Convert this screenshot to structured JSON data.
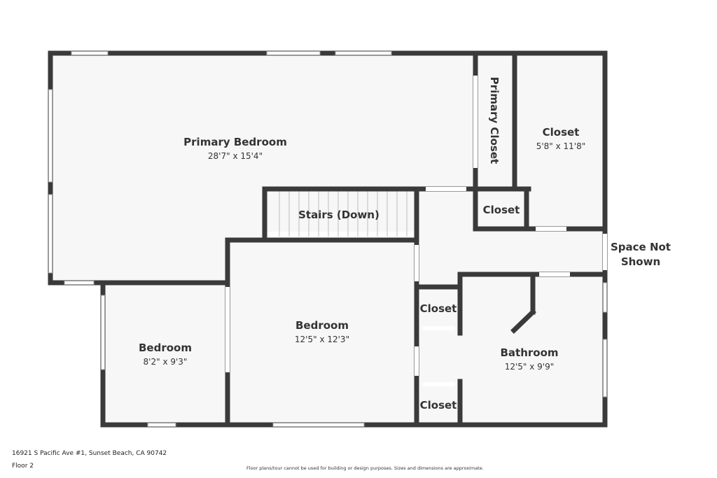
{
  "colors": {
    "wall": "#3a3a3a",
    "floor": "#f7f7f7",
    "window": "#ffffff",
    "text": "#333333"
  },
  "rooms": {
    "primary_bedroom": {
      "name": "Primary Bedroom",
      "dim": "28'7\" x 15'4\""
    },
    "primary_closet": {
      "name": "Primary Closet"
    },
    "closet_large": {
      "name": "Closet",
      "dim": "5'8\" x 11'8\""
    },
    "closet_small_top": {
      "name": "Closet"
    },
    "stairs": {
      "name": "Stairs (Down)"
    },
    "bedroom_center": {
      "name": "Bedroom",
      "dim": "12'5\" x 12'3\""
    },
    "bedroom_left": {
      "name": "Bedroom",
      "dim": "8'2\" x 9'3\""
    },
    "closet_mid": {
      "name": "Closet"
    },
    "closet_bottom": {
      "name": "Closet"
    },
    "bathroom": {
      "name": "Bathroom",
      "dim": "12'5\" x 9'9\""
    }
  },
  "space_not_shown": {
    "line1": "Space Not",
    "line2": "Shown"
  },
  "footer": {
    "address": "16921 S Pacific Ave #1, Sunset Beach, CA 90742",
    "floor": "Floor 2",
    "disclaimer": "Floor plans/tour cannot be used for building or design purposes. Sizes and dimensions are approximate."
  }
}
